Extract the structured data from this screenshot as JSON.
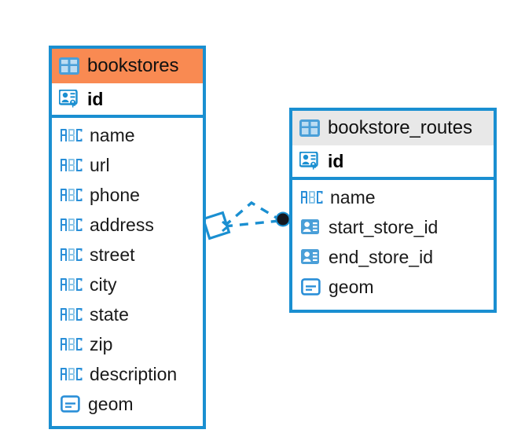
{
  "diagram": {
    "type": "entity-relationship-diagram",
    "background": "#ffffff",
    "accent_color": "#1a8fd1",
    "highlight_color": "#f98a52",
    "header_grey": "#e8e8e8"
  },
  "entities": [
    {
      "name": "bookstores",
      "header_icon": "table-icon",
      "header_style": "orange",
      "primary_key": {
        "label": "id",
        "icon": "primary-key-icon"
      },
      "fields": [
        {
          "label": "name",
          "icon": "abc-text-icon"
        },
        {
          "label": "url",
          "icon": "abc-text-icon"
        },
        {
          "label": "phone",
          "icon": "abc-text-icon"
        },
        {
          "label": "address",
          "icon": "abc-text-icon"
        },
        {
          "label": "street",
          "icon": "abc-text-icon"
        },
        {
          "label": "city",
          "icon": "abc-text-icon"
        },
        {
          "label": "state",
          "icon": "abc-text-icon"
        },
        {
          "label": "zip",
          "icon": "abc-text-icon"
        },
        {
          "label": "description",
          "icon": "abc-text-icon"
        },
        {
          "label": "geom",
          "icon": "geometry-icon"
        }
      ]
    },
    {
      "name": "bookstore_routes",
      "header_icon": "table-icon",
      "header_style": "grey",
      "primary_key": {
        "label": "id",
        "icon": "primary-key-icon"
      },
      "fields": [
        {
          "label": "name",
          "icon": "abc-text-icon"
        },
        {
          "label": "start_store_id",
          "icon": "foreign-key-icon"
        },
        {
          "label": "end_store_id",
          "icon": "foreign-key-icon"
        },
        {
          "label": "geom",
          "icon": "geometry-icon"
        }
      ]
    }
  ],
  "relationship": {
    "source_marker": "diamond-marker",
    "target_marker": "filled-circle-marker",
    "line_style": "dashed",
    "line_color": "#1a8fd1",
    "fork": true
  }
}
